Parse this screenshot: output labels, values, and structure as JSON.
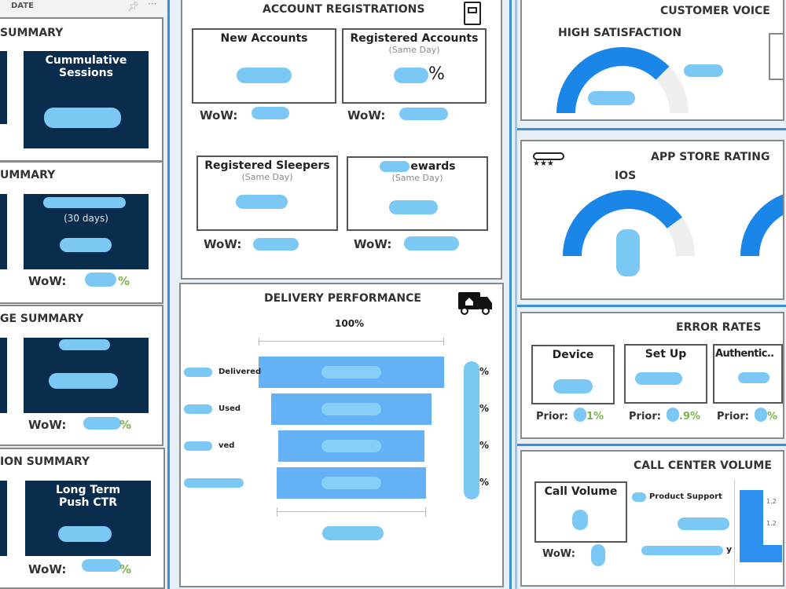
{
  "header": {
    "filter_label": "DATE",
    "pin_icon": "pin-icon",
    "more_icon": "more-options-icon"
  },
  "left": {
    "panels": [
      {
        "title": "SUMMARY",
        "card_title": "Cummulative Sessions",
        "card_sub": ""
      },
      {
        "title": "UMMARY",
        "card_title": "",
        "card_sub": "(30 days)",
        "wow_label": "WoW:",
        "wow_suffix": "%"
      },
      {
        "title": "GE SUMMARY",
        "card_title": "",
        "card_sub": "",
        "wow_label": "WoW:",
        "wow_suffix": "%"
      },
      {
        "title": "ION SUMMARY",
        "card_title": "Long Term Push CTR",
        "card_sub": "",
        "wow_label": "WoW:",
        "wow_suffix": "%"
      }
    ]
  },
  "registrations": {
    "title": "ACCOUNT REGISTRATIONS",
    "icon": "registration-kiosk-icon",
    "cards": [
      {
        "label": "New Accounts",
        "sub": "",
        "wow_label": "WoW:"
      },
      {
        "label": "Registered Accounts",
        "sub": "(Same Day)",
        "wow_label": "WoW:",
        "value_suffix": "%"
      },
      {
        "label": "Registered Sleepers",
        "sub": "(Same Day)",
        "wow_label": "WoW:",
        "value_suffix": "%"
      },
      {
        "label": "ewards",
        "sub": "(Same Day)",
        "wow_label": "WoW:",
        "value_suffix": "%"
      }
    ]
  },
  "delivery": {
    "title": "DELIVERY PERFORMANCE",
    "icon": "delivery-truck-icon",
    "top_label": "100%",
    "chart_data": {
      "type": "funnel",
      "categories": [
        "Delivered",
        "Used",
        "ved",
        ""
      ],
      "values_redacted": true
    },
    "stages": [
      {
        "label": "Delivered"
      },
      {
        "label": "Used"
      },
      {
        "label": "ved"
      },
      {
        "label": ""
      }
    ],
    "pct_suffix": "%"
  },
  "customer_voice": {
    "title": "CUSTOMER VOICE",
    "gauge_title": "HIGH SATISFACTION",
    "gauge_fill": 0.75,
    "value_suffix": "%",
    "target_suffix": "%",
    "colors": {
      "fill": "#1a86e8",
      "track": "#eeeeee"
    }
  },
  "app_store": {
    "title": "APP STORE RATING",
    "icon": "rating-stars-icon",
    "gauges": [
      {
        "label": "IOS",
        "fill": 0.8
      },
      {
        "label": "",
        "fill": 0.8
      }
    ]
  },
  "error_rates": {
    "title": "ERROR RATES",
    "cards": [
      {
        "label": "Device",
        "prior_label": "Prior:",
        "prior_suffix": "1%"
      },
      {
        "label": "Set Up",
        "prior_label": "Prior:",
        "prior_suffix": ".9%"
      },
      {
        "label": "Authentic..",
        "prior_label": "Prior:",
        "prior_suffix": "%"
      }
    ]
  },
  "call_center": {
    "title": "CALL CENTER VOLUME",
    "card_label": "Call Volume",
    "wow_label": "WoW:",
    "categories": [
      "Product Support",
      "",
      "y"
    ],
    "axis_ticks": [
      "1.2",
      "1.2"
    ]
  }
}
